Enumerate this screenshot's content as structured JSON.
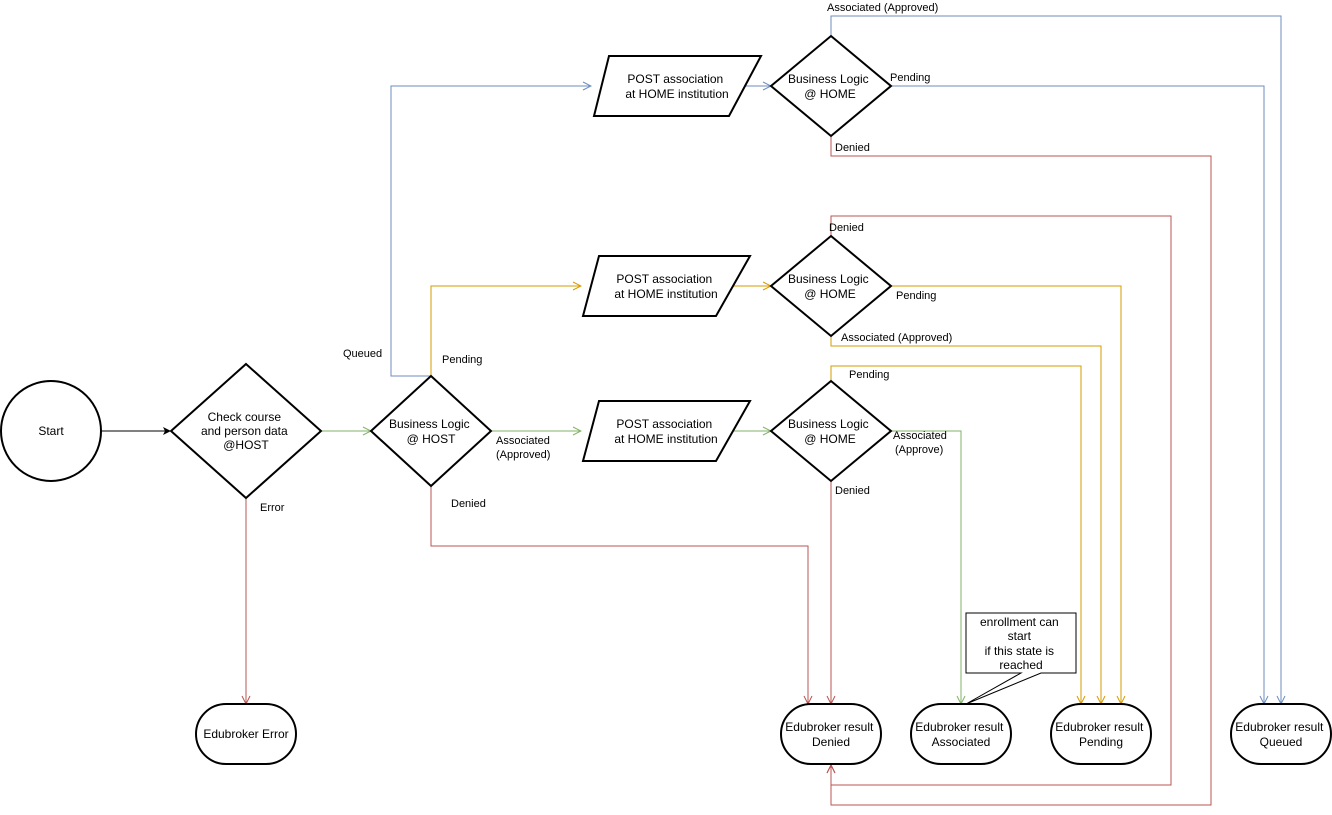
{
  "colors": {
    "black": "#000000",
    "green": "#82b366",
    "orange": "#d79b00",
    "blue": "#6c8ebf",
    "red": "#b85450"
  },
  "nodes": {
    "start": "Start",
    "check": [
      "Check course",
      "and person data",
      "@HOST"
    ],
    "bl_host": [
      "Business Logic",
      "@ HOST"
    ],
    "post_top": [
      "POST association",
      "at HOME institution"
    ],
    "post_mid": [
      "POST association",
      "at HOME institution"
    ],
    "post_low": [
      "POST association",
      "at HOME institution"
    ],
    "bl_home_top": [
      "Business Logic",
      "@ HOME"
    ],
    "bl_home_mid": [
      "Business Logic",
      "@ HOME"
    ],
    "bl_home_low": [
      "Business Logic",
      "@ HOME"
    ],
    "error": "Edubroker Error",
    "denied": [
      "Edubroker result",
      "Denied"
    ],
    "associated": [
      "Edubroker result",
      "Associated"
    ],
    "pending": [
      "Edubroker result",
      "Pending"
    ],
    "queued": [
      "Edubroker result",
      "Queued"
    ],
    "note": [
      "enrollment can",
      "start",
      "if this state is",
      "reached"
    ]
  },
  "labels": {
    "error": "Error",
    "queued": "Queued",
    "host_pending": "Pending",
    "host_associated": [
      "Associated",
      "(Approved)"
    ],
    "host_denied": "Denied",
    "top_associated": "Associated (Approved)",
    "top_pending": "Pending",
    "top_denied": "Denied",
    "mid_denied": "Denied",
    "mid_pending": "Pending",
    "mid_associated": "Associated (Approved)",
    "low_pending": "Pending",
    "low_associated": [
      "Associated",
      "(Approve)"
    ],
    "low_denied": "Denied"
  }
}
